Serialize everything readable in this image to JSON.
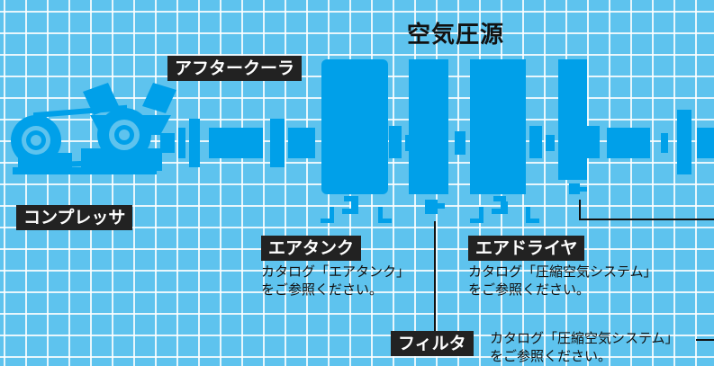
{
  "diagram": {
    "title": "空気圧源",
    "labels": {
      "aftercooler": "アフタークーラ",
      "compressor": "コンプレッサ",
      "air_tank": "エアタンク",
      "air_dryer": "エアドライヤ",
      "filter": "フィルタ"
    },
    "notes": {
      "air_tank_line1": "カタログ「エアタンク」",
      "air_tank_line2": "をご参照ください。",
      "air_dryer_line1": "カタログ「圧縮空気システム」",
      "air_dryer_line2": "をご参照ください。",
      "filter_line1": "カタログ「圧縮空気システム」",
      "filter_line2": "をご参照ください。"
    },
    "colors": {
      "background": "#5ec3ee",
      "component": "#00a0e9",
      "grid_line": "#ffffff",
      "label_bg": "#222222"
    }
  }
}
